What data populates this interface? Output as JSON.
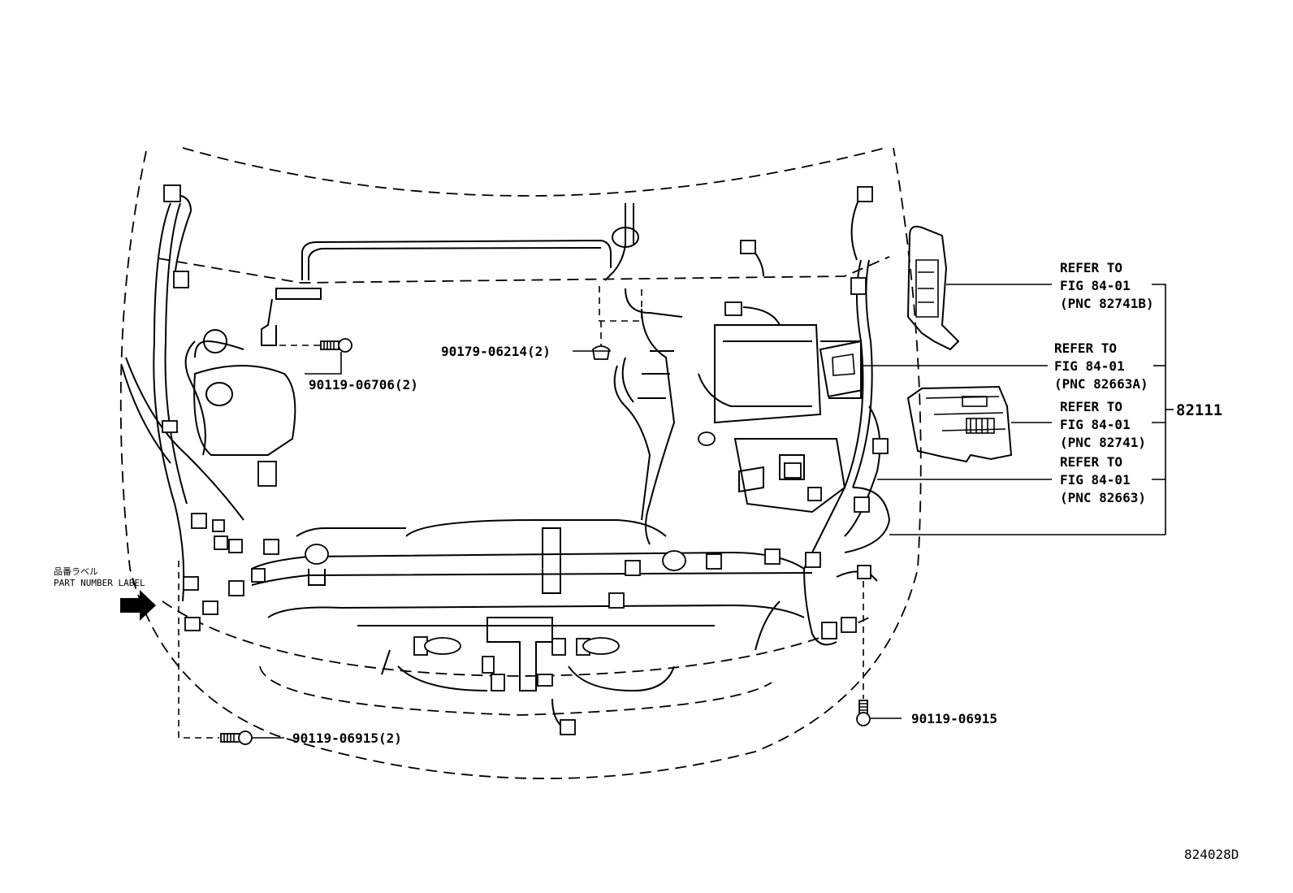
{
  "figure": {
    "id": "824028D",
    "main_part": "82111"
  },
  "part_number_label": {
    "japanese": "品番ラベル",
    "english": "PART NUMBER LABEL"
  },
  "fasteners": [
    {
      "part_no": "90179-06214(2)"
    },
    {
      "part_no": "90119-06706(2)"
    },
    {
      "part_no": "90119-06915(2)"
    },
    {
      "part_no": "90119-06915"
    }
  ],
  "references": [
    {
      "line1": "REFER TO",
      "line2": "FIG 84-01",
      "line3": "(PNC 82741B)"
    },
    {
      "line1": "REFER TO",
      "line2": "FIG 84-01",
      "line3": "(PNC 82663A)"
    },
    {
      "line1": "REFER TO",
      "line2": "FIG 84-01",
      "line3": "(PNC 82741)"
    },
    {
      "line1": "REFER TO",
      "line2": "FIG 84-01",
      "line3": "(PNC 82663)"
    }
  ]
}
